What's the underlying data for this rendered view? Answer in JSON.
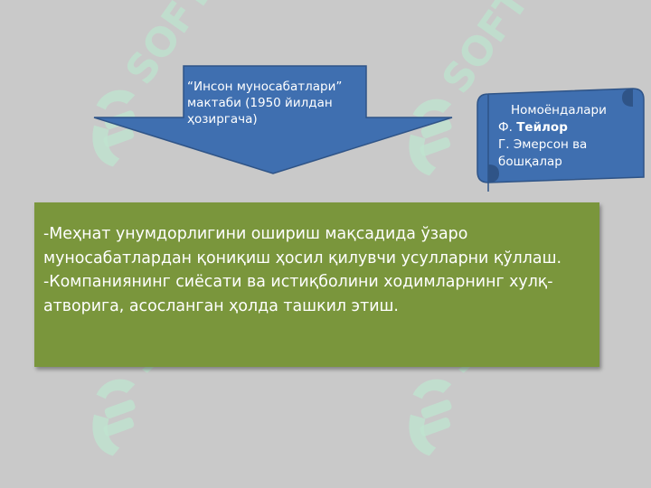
{
  "watermark": {
    "text": "SOFT"
  },
  "arrow": {
    "text": "“Инсон муносабатлари” мактаби (1950 йилдан ҳозиргача)"
  },
  "scroll": {
    "title": "Номоёндалари",
    "line1_prefix": "Ф.",
    "line1_name": "Тейлор",
    "line2": "Г. Эмерсон ва бошқалар"
  },
  "content": {
    "paragraph1": "-Меҳнат унумдорлигини ошириш мақсадида ўзаро муносабатлардан қониқиш ҳосил қилувчи усулларни қўллаш.",
    "paragraph2": "-Компаниянинг сиёсати ва истиқболини ходимларнинг хулқ-атворига, асосланган ҳолда ташкил этиш."
  },
  "colors": {
    "background": "#c9c9c9",
    "arrow": "#3f6fb0",
    "scroll": "#3f6fb0",
    "box": "#7a963c",
    "watermark": "#bfe3cf"
  }
}
